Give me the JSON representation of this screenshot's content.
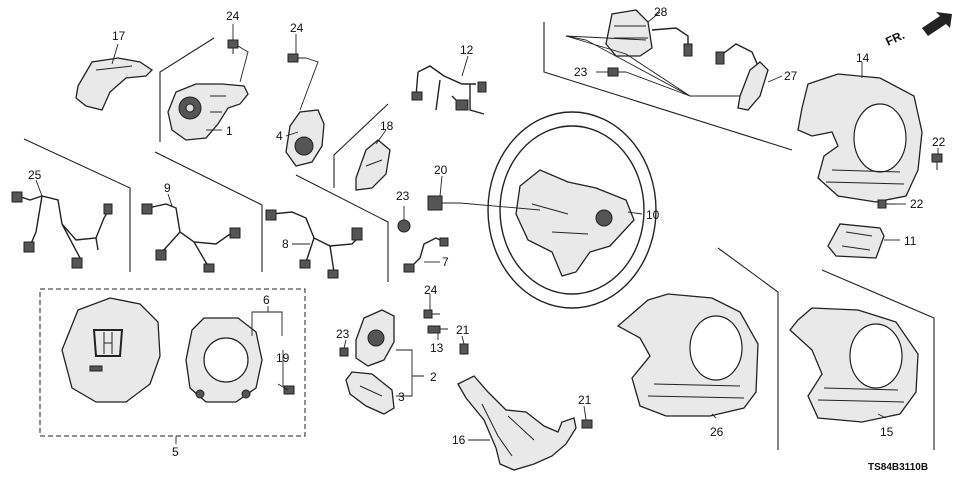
{
  "diagram": {
    "part_numbers": [
      "1",
      "2",
      "3",
      "4",
      "5",
      "6",
      "7",
      "8",
      "9",
      "10",
      "11",
      "12",
      "13",
      "14",
      "15",
      "16",
      "17",
      "18",
      "19",
      "20",
      "21",
      "21",
      "22",
      "22",
      "23",
      "23",
      "23",
      "24",
      "24",
      "24",
      "25",
      "26",
      "27",
      "28"
    ],
    "direction_label": "FR.",
    "reference_code": "TS84B3110B"
  },
  "labels": {
    "l1": "1",
    "l2": "2",
    "l3": "3",
    "l4": "4",
    "l5": "5",
    "l6": "6",
    "l7": "7",
    "l8": "8",
    "l9": "9",
    "l10": "10",
    "l11": "11",
    "l12": "12",
    "l13": "13",
    "l14": "14",
    "l15": "15",
    "l16": "16",
    "l17": "17",
    "l18": "18",
    "l19": "19",
    "l20": "20",
    "l21a": "21",
    "l21b": "21",
    "l22a": "22",
    "l22b": "22",
    "l23a": "23",
    "l23b": "23",
    "l23c": "23",
    "l24a": "24",
    "l24b": "24",
    "l24c": "24",
    "l25": "25",
    "l26": "26",
    "l27": "27",
    "l28": "28"
  }
}
